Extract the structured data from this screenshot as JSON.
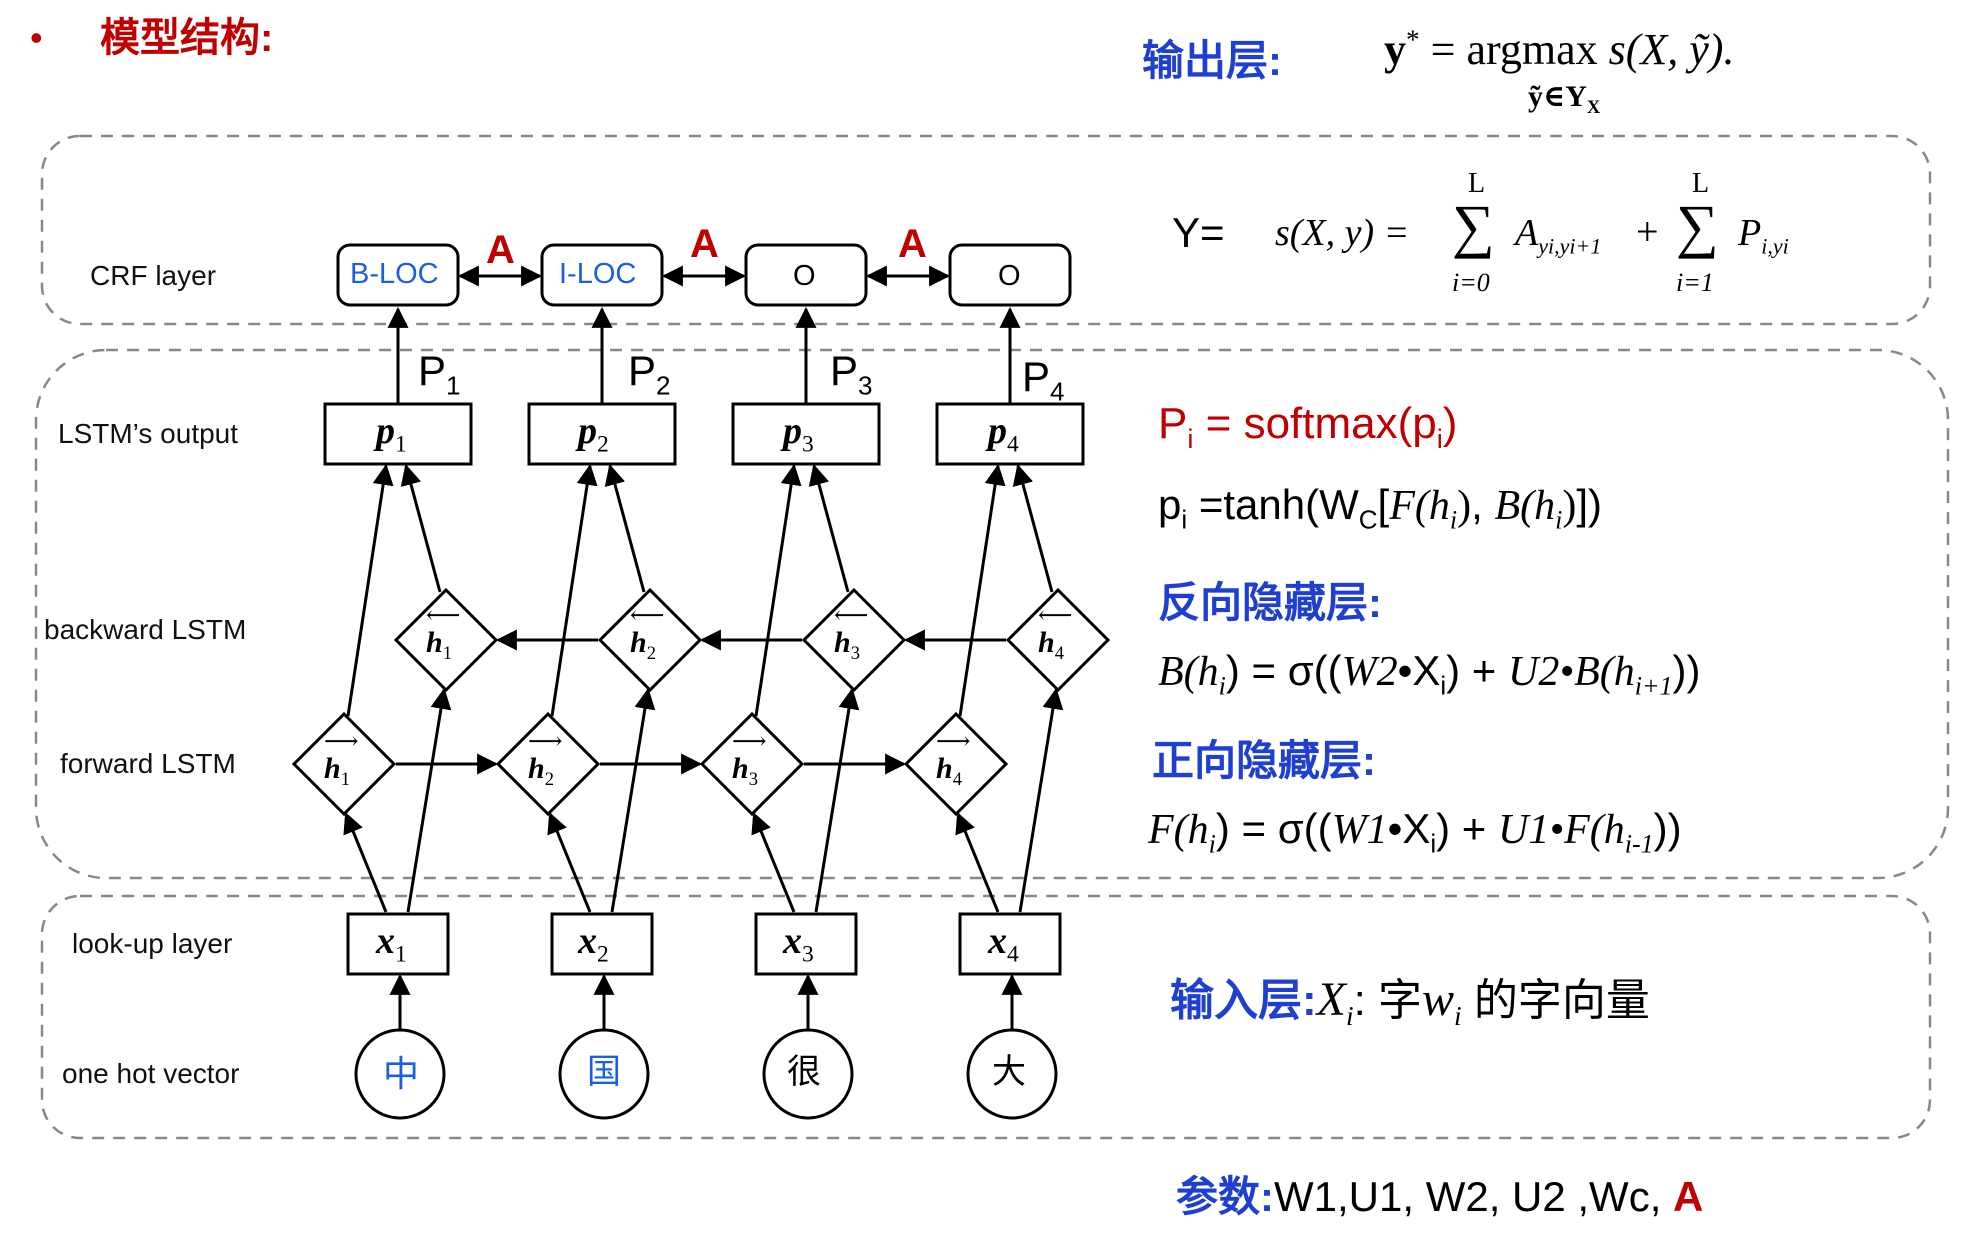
{
  "heading": {
    "bullet": "•",
    "title": "模型结构:"
  },
  "colors": {
    "heading_red": "#c00000",
    "label_blue": "#1f3fd0",
    "crf_text_blue": "#1a5fe0",
    "frame_gray": "#888888"
  },
  "output_layer": {
    "label": "输出层:",
    "formula": {
      "lhs": "y",
      "sup": "*",
      "eq": "=",
      "op": "argmax",
      "sub": "ỹ∈Y",
      "sub2": "X",
      "rhs": "s(X, ỹ)."
    }
  },
  "crf_formula": {
    "lhs": "Y=",
    "s": "s(X, y) =",
    "sum1": {
      "top": "L",
      "bottom": "i=0",
      "term": "A",
      "term_sub": "yi,yi+1"
    },
    "plus": "+",
    "sum2": {
      "top": "L",
      "bottom": "i=1",
      "term": "P",
      "term_sub": "i,yi"
    }
  },
  "layer_labels": [
    "CRF layer",
    "LSTM’s output",
    "backward LSTM",
    "forward LSTM",
    "look-up layer",
    "one hot vector"
  ],
  "crf_tags": [
    "B-LOC",
    "I-LOC",
    "O",
    "O"
  ],
  "transition_label": "A",
  "p_labels": [
    {
      "b": "P",
      "s": "1"
    },
    {
      "b": "P",
      "s": "2"
    },
    {
      "b": "P",
      "s": "3"
    },
    {
      "b": "P",
      "s": "4"
    }
  ],
  "lstm_outputs": [
    {
      "b": "p",
      "s": "1"
    },
    {
      "b": "p",
      "s": "2"
    },
    {
      "b": "p",
      "s": "3"
    },
    {
      "b": "p",
      "s": "4"
    }
  ],
  "backward_nodes": [
    {
      "b": "h",
      "s": "1"
    },
    {
      "b": "h",
      "s": "2"
    },
    {
      "b": "h",
      "s": "3"
    },
    {
      "b": "h",
      "s": "4"
    }
  ],
  "forward_nodes": [
    {
      "b": "h",
      "s": "1"
    },
    {
      "b": "h",
      "s": "2"
    },
    {
      "b": "h",
      "s": "3"
    },
    {
      "b": "h",
      "s": "4"
    }
  ],
  "lookup_nodes": [
    {
      "b": "x",
      "s": "1"
    },
    {
      "b": "x",
      "s": "2"
    },
    {
      "b": "x",
      "s": "3"
    },
    {
      "b": "x",
      "s": "4"
    }
  ],
  "characters": [
    "中",
    "国",
    "很",
    "大"
  ],
  "softmax": {
    "P": "P",
    "i": "i",
    "eq": " = softmax(p",
    "i2": "i",
    "close": ")"
  },
  "tanh": {
    "p": "p",
    "i": "i",
    "eq": " =tanh(W",
    "c": "C",
    "open": "[",
    "F": "F(h",
    "Fi": "i",
    "Fclose": ")",
    "comma": ", ",
    "B": "B(h",
    "Bi": "i",
    "Bclose": ")",
    "end": "])"
  },
  "backward_hidden": {
    "label": "反向隐藏层:",
    "lhs": "B(h",
    "lhs_i": "i",
    "eq": ") = σ((",
    "w": "W2",
    "dot": "•X",
    "xi": "i",
    "mid": ") + ",
    "u": "U2•",
    "b": "B(h",
    "bsub": "i+1",
    "end": "))"
  },
  "forward_hidden": {
    "label": "正向隐藏层:",
    "lhs": "F(h",
    "lhs_i": "i",
    "eq": ") = σ((",
    "w": "W1",
    "dot": "•X",
    "xi": "i",
    "mid": ") + ",
    "u": "U1•",
    "f": "F(h",
    "fsub": "i-1",
    "end": "))"
  },
  "input_layer": {
    "label": "输入层:",
    "X": "X",
    "i": "i",
    "colon": ": 字",
    "w": "w",
    "wi": "i",
    "rest": " 的字向量"
  },
  "params": {
    "label": "参数:",
    "list": "W1,U1, W2, U2 ,Wc, ",
    "A": "A"
  }
}
